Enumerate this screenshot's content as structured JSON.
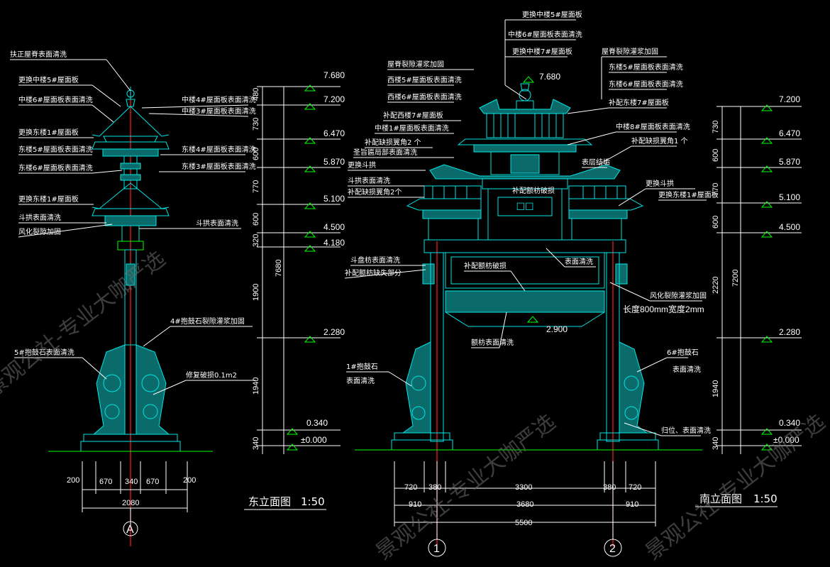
{
  "east": {
    "title": "东立面图",
    "scale": "1:50",
    "axis": "A",
    "notes_left": [
      "扶正屋脊表面清洗",
      "更换中楼5#屋面板",
      "中楼6#屋面板表面清洗",
      "更换东楼1#屋面板",
      "东楼5#屋面板表面清洗",
      "东楼6#屋面板表面清洗",
      "更换东楼1#屋面板",
      "斗拱表面清洗",
      "风化裂隙加固",
      "5#抱鼓石表面清洗"
    ],
    "notes_right": [
      "中楼4#屋面板表面清洗",
      "中楼3#屋面板表面清洗",
      "东楼4#屋面板表面清洗",
      "东楼3#屋面板表面清洗",
      "斗拱表面清洗",
      "4#抱鼓石裂隙灌浆加固",
      "修复破损0.1m2"
    ],
    "vdims": [
      "480",
      "730",
      "600",
      "770",
      "600",
      "320",
      "1900",
      "1940",
      "340"
    ],
    "total": "7680",
    "levels": [
      "7.680",
      "7.200",
      "6.470",
      "5.870",
      "5.100",
      "4.500",
      "4.180",
      "2.280",
      "0.340",
      "±0.000"
    ],
    "hdims": [
      "200",
      "670",
      "340",
      "670",
      "200"
    ],
    "hdim_total": "2080"
  },
  "south": {
    "title": "南立面图",
    "scale": "1:50",
    "axes": [
      "1",
      "2"
    ],
    "top_notes": [
      "更换中楼5#屋面板",
      "中楼6#屋面板表面清洗",
      "更换中楼7#屋面板"
    ],
    "notes_left": [
      "屋脊裂隙灌浆加固",
      "西楼5#屋面板表面清洗",
      "西楼6#屋面板表面清洗",
      "补配西楼7#屋面板",
      "中楼1#屋面板表面清洗",
      "补配缺损翼角2 个",
      "圣旨匾局部表面清洗",
      "更换斗拱",
      "斗拱表面清洗",
      "补配缺损翼角2个",
      "斗盘枋表面清洗",
      "补配额枋缺失部分",
      "1#抱鼓石",
      "表面清洗"
    ],
    "notes_right": [
      "屋脊裂隙灌浆加固",
      "东楼5#屋面板表面清洗",
      "东楼6#屋面板表面清洗",
      "补配东楼7#屋面板",
      "中楼8#屋面板表面清洗",
      "补配缺损翼角1 个",
      "表层结垢",
      "更换斗拱",
      "更换东楼1#屋面板",
      "风化裂隙灌浆加固",
      "长度800mm宽度2mm",
      "6#抱鼓石",
      "表面清洗",
      "归位、表面清洗"
    ],
    "center_notes": [
      "补配额枋破损",
      "表面清洗",
      "补配额枋破损",
      "额枋表面清洗"
    ],
    "mid_level": "7.680",
    "gate_level": "2.900",
    "vdims": [
      "730",
      "600",
      "770",
      "600",
      "2220",
      "1940",
      "340"
    ],
    "total": "7200",
    "levels": [
      "7.200",
      "6.470",
      "5.870",
      "5.100",
      "4.500",
      "2.280",
      "0.340",
      "±0.000"
    ],
    "hdims_1": [
      "720",
      "380",
      "3300",
      "380",
      "720"
    ],
    "hdims_2": [
      "910",
      "3680",
      "910"
    ],
    "hdim_total": "5500"
  },
  "watermark": [
    "景观公社-专业大咖严选",
    "景观公社-专业大咖严选",
    "景观公社-专业大咖严选"
  ],
  "colors": {
    "line_green": "#00ff00",
    "line_cyan": "#00e5e5",
    "axis_red": "#ff2020",
    "text": "#ffffff",
    "bg": "#000000"
  }
}
